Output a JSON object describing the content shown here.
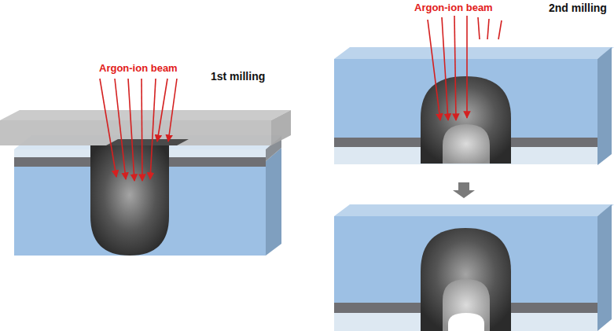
{
  "diagram": {
    "labels": [
      "Argon-ion beam",
      "1st milling",
      "Argon-ion beam",
      "2nd milling"
    ]
  }
}
